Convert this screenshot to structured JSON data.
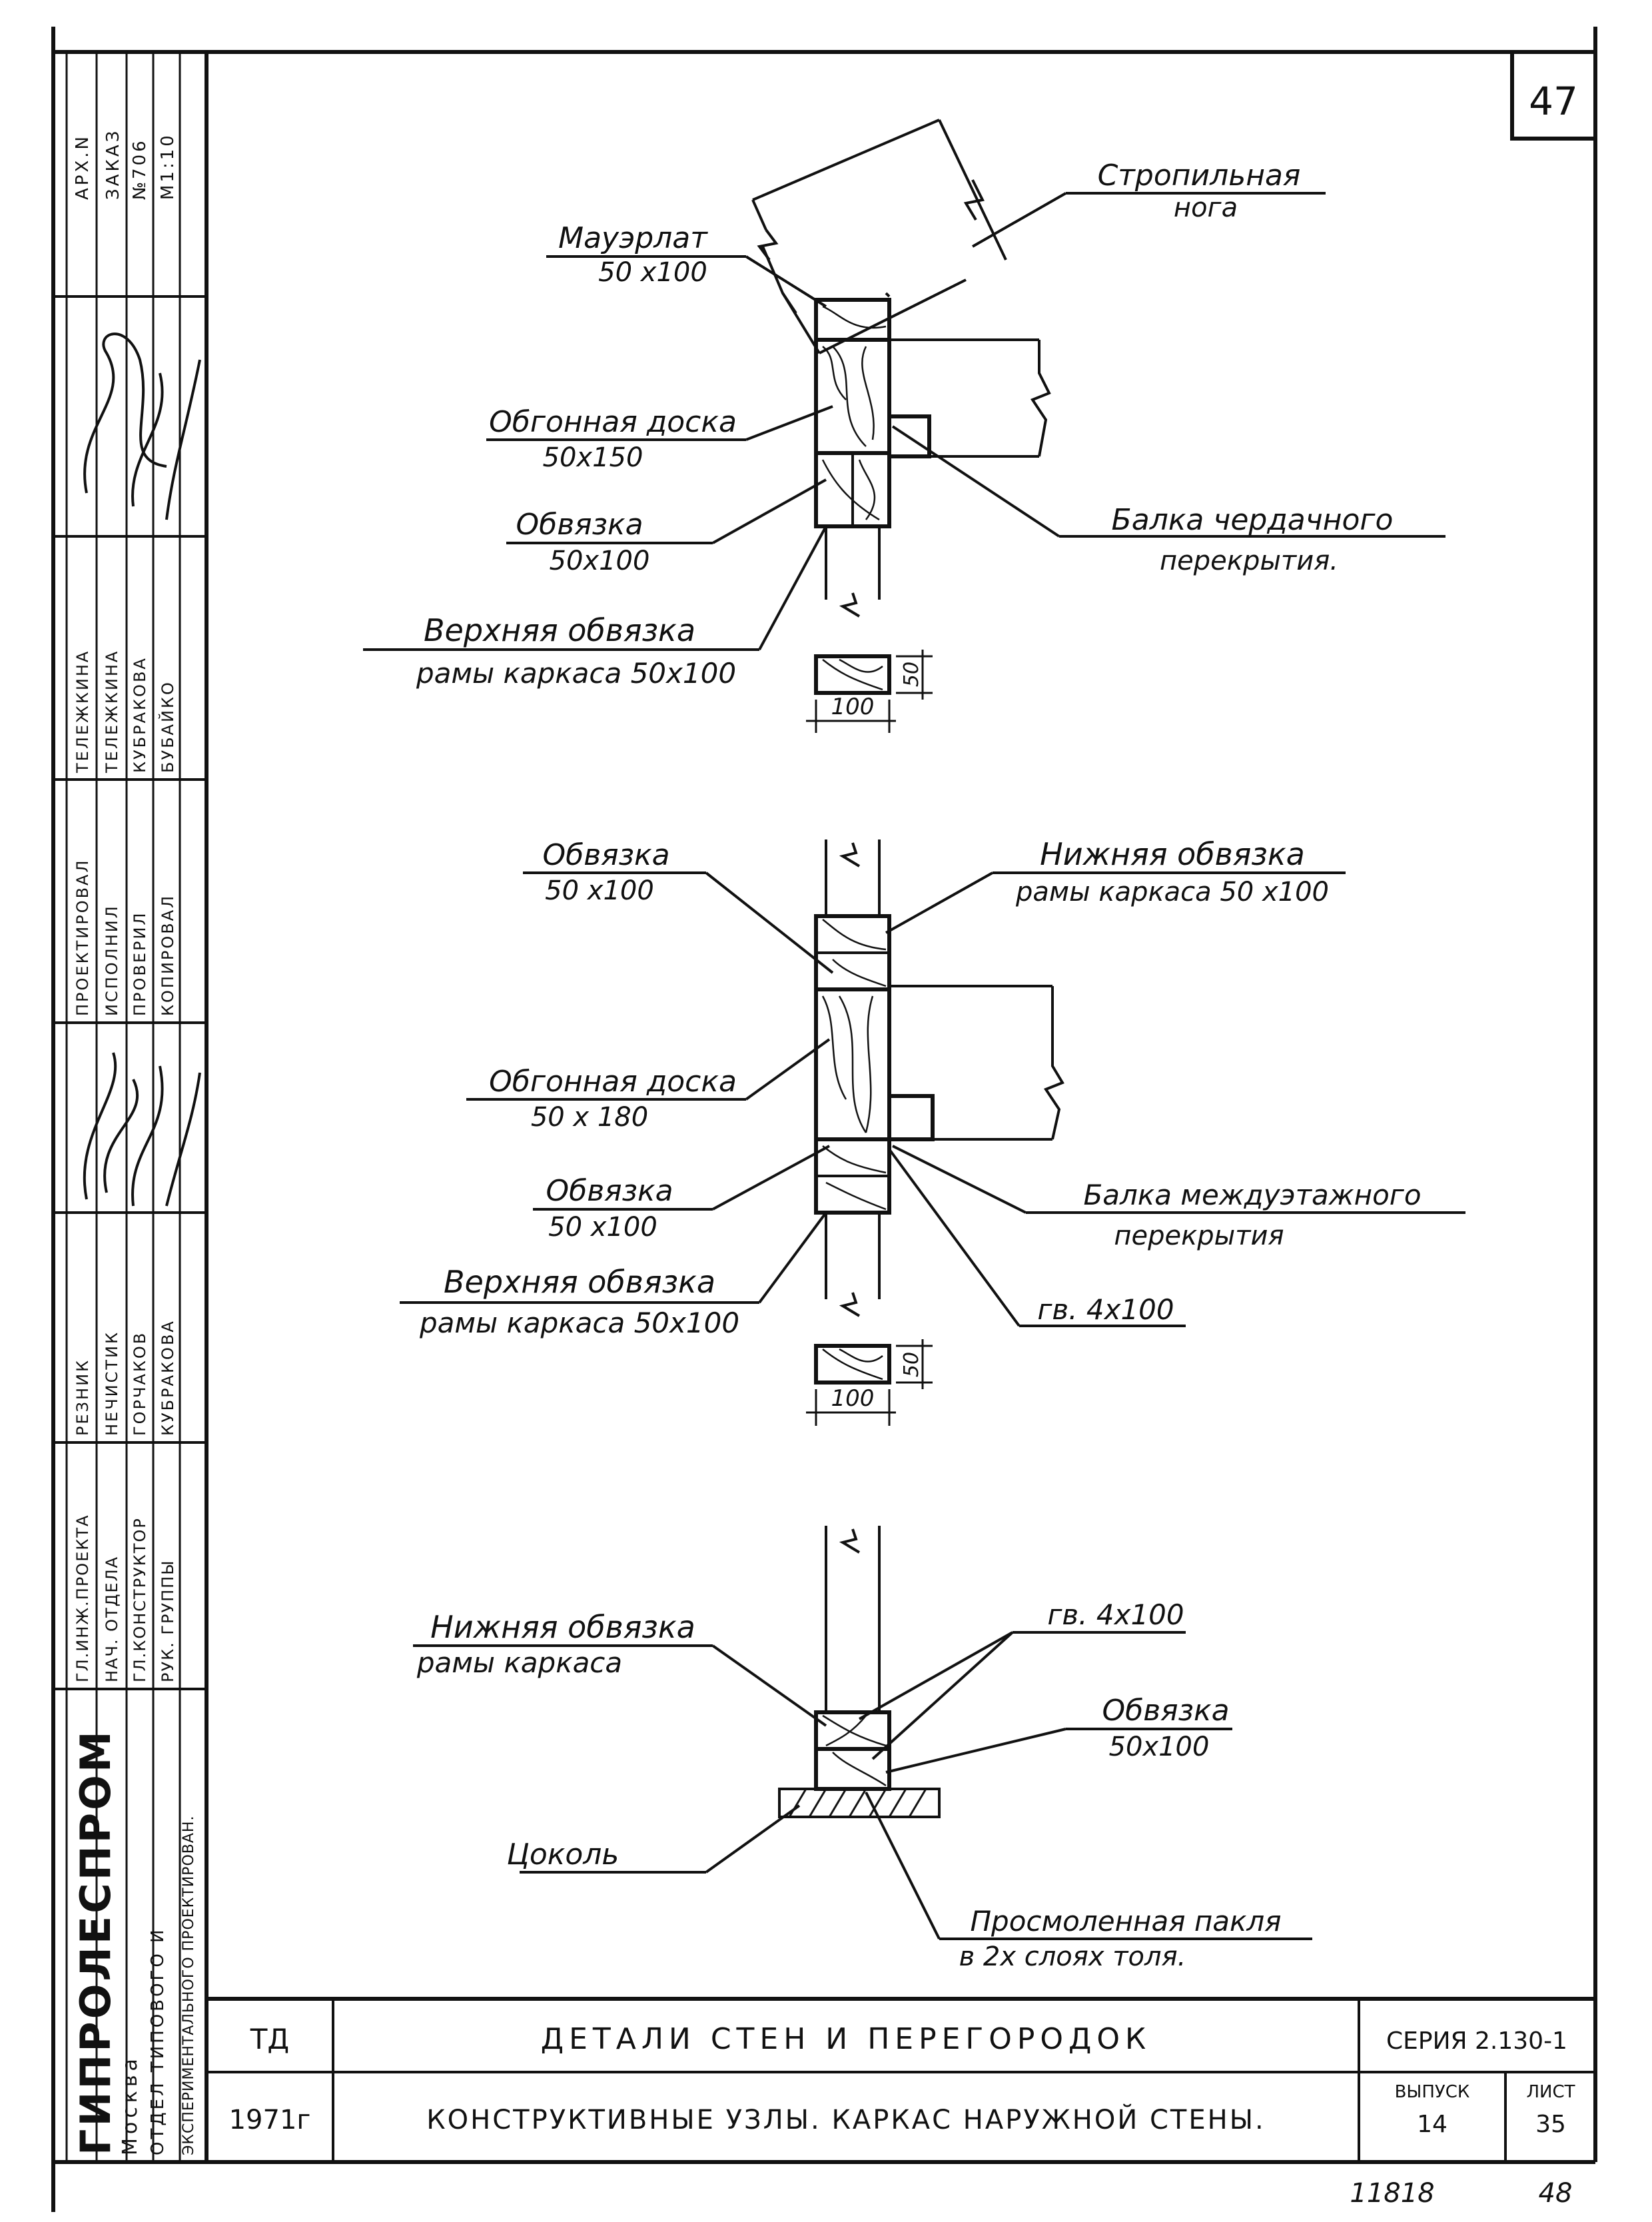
{
  "sheet_number": "47",
  "bottom_numbers": {
    "left": "11818",
    "right": "48"
  },
  "left_strip": {
    "archive": [
      "АРХ.N",
      "ЗАКАЗ",
      "№706",
      "М1:10"
    ],
    "organization": [
      "ГИПРОЛЕСПРОМ",
      "Москва",
      "ОТДЕЛ ТИПОВОГО И",
      "ЭКСПЕРИМЕНТАЛЬНОГО ПРОЕКТИРОВАН."
    ],
    "roles_group1": [
      "ГЛ.ИНЖ.ПРОЕКТА",
      "НАЧ. ОТДЕЛА",
      "ГЛ.КОНСТРУКТОР",
      "РУК. ГРУППЫ"
    ],
    "names_group1": [
      "РЕЗНИК",
      "НЕЧИСТИК",
      "ГОРЧАКОВ",
      "КУБРАКОВА"
    ],
    "roles_group2": [
      "ПРОЕКТИРОВАЛ",
      "ИСПОЛНИЛ",
      "ПРОВЕРИЛ",
      "КОПИРОВАЛ"
    ],
    "names_group2": [
      "ТЕЛЕЖКИНА",
      "ТЕЛЕЖКИНА",
      "КУБРАКОВА",
      "БУБАЙКО"
    ]
  },
  "title_block": {
    "code": "ТД",
    "year": "1971г",
    "title": "ДЕТАЛИ СТЕН И ПЕРЕГОРОДОК",
    "subtitle": "КОНСТРУКТИВНЫЕ УЗЛЫ. КАРКАС НАРУЖНОЙ СТЕНЫ.",
    "series": "СЕРИЯ 2.130-1",
    "issue_label": "ВЫПУСК",
    "issue": "14",
    "sheet_label": "ЛИСТ",
    "sheet": "35"
  },
  "node1": {
    "rafter_l1": "Стропильная",
    "rafter_l2": "нога",
    "mauerlat_l1": "Мауэрлат",
    "mauerlat_l2": "50 х100",
    "board_l1": "Обгонная доска",
    "board_l2": "50х150",
    "strap_l1": "Обвязка",
    "strap_l2": "50х100",
    "beam_l1": "Балка чердачного",
    "beam_l2": "перекрытия.",
    "upper_l1": "Верхняя обвязка",
    "upper_l2": "рамы каркаса 50х100",
    "dim_w": "100",
    "dim_h": "50"
  },
  "node2": {
    "strap_l1": "Обвязка",
    "strap_l2": "50 х100",
    "lower_l1": "Нижняя обвязка",
    "lower_l2": "рамы каркаса 50 х100",
    "board_l1": "Обгонная доска",
    "board_l2": "50 х 180",
    "strap2_l1": "Обвязка",
    "strap2_l2": "50 х100",
    "beam_l1": "Балка междуэтажного",
    "beam_l2": "перекрытия",
    "upper_l1": "Верхняя обвязка",
    "upper_l2": "рамы каркаса 50х100",
    "nail": "гв. 4х100",
    "dim_w": "100",
    "dim_h": "50"
  },
  "node3": {
    "lower_l1": "Нижняя обвязка",
    "lower_l2": "рамы каркаса",
    "nail": "гв. 4х100",
    "strap_l1": "Обвязка",
    "strap_l2": "50х100",
    "plinth": "Цоколь",
    "tow_l1": "Просмоленная пакля",
    "tow_l2": "в 2х слоях толя."
  }
}
